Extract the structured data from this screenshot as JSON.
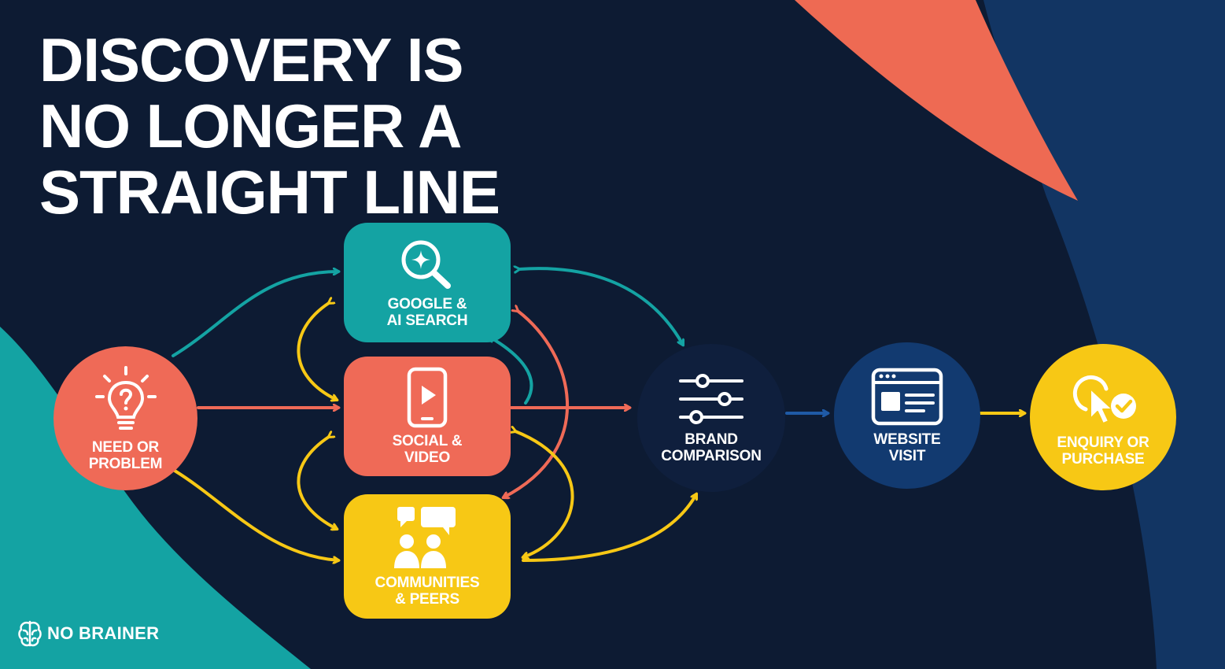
{
  "title": {
    "line1": "DISCOVERY IS",
    "line2": "NO LONGER A",
    "line3": "STRAIGHT LINE"
  },
  "nodes": {
    "need": {
      "line1": "NEED OR",
      "line2": "PROBLEM",
      "icon": "lightbulb-question-icon",
      "color": "#ef6a57"
    },
    "google": {
      "line1": "GOOGLE &",
      "line2": "AI SEARCH",
      "icon": "search-sparkle-icon",
      "color": "#14a3a3"
    },
    "social": {
      "line1": "SOCIAL &",
      "line2": "VIDEO",
      "icon": "phone-play-icon",
      "color": "#ef6a57"
    },
    "communities": {
      "line1": "COMMUNITIES",
      "line2": "& PEERS",
      "icon": "people-chat-icon",
      "color": "#f7c815"
    },
    "comparison": {
      "line1": "BRAND",
      "line2": "COMPARISON",
      "icon": "sliders-icon",
      "color": "#0f1f3d"
    },
    "website": {
      "line1": "WEBSITE",
      "line2": "VISIT",
      "icon": "browser-window-icon",
      "color": "#123a70"
    },
    "enquiry": {
      "line1": "ENQUIRY OR",
      "line2": "PURCHASE",
      "icon": "cursor-check-icon",
      "color": "#f7c815"
    }
  },
  "colors": {
    "background": "#0d1b33",
    "teal": "#14a3a3",
    "coral": "#ef6a57",
    "yellow": "#f7c815",
    "navy": "#123a70"
  },
  "brand": {
    "name": "NO BRAINER",
    "icon": "brain-logo-icon"
  }
}
